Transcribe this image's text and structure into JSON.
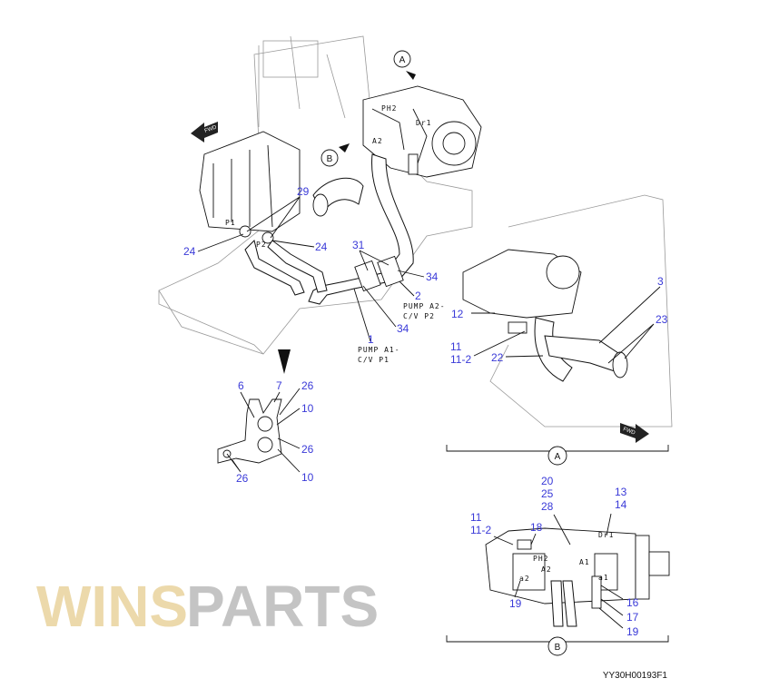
{
  "diagram": {
    "drawing_code": "YY30H00193F1",
    "watermark": "WINSPARTS",
    "view_markers": {
      "a": "A",
      "b": "B"
    },
    "view_captions": {
      "a": "A",
      "b": "B"
    },
    "fwd_labels": [
      "FWD",
      "FWD"
    ],
    "port_labels": [
      "PH2",
      "A2",
      "Dr1",
      "P1",
      "P2",
      "PH2",
      "A2",
      "A1",
      "a2",
      "a1",
      "Dr1"
    ],
    "notes": {
      "pump_a2": [
        "PUMP A2-",
        "C/V P2"
      ],
      "pump_a1": [
        "PUMP A1-",
        "C/V P1"
      ]
    },
    "callouts_main": [
      "29",
      "24",
      "24",
      "31",
      "34",
      "2",
      "34",
      "1",
      "12",
      "11",
      "11-2",
      "22",
      "3",
      "23"
    ],
    "callouts_bracket": [
      "6",
      "7",
      "26",
      "10",
      "26",
      "26",
      "10"
    ],
    "callouts_view_b": [
      "20",
      "25",
      "28",
      "13",
      "14",
      "11",
      "11-2",
      "18",
      "19",
      "16",
      "17",
      "19"
    ]
  }
}
